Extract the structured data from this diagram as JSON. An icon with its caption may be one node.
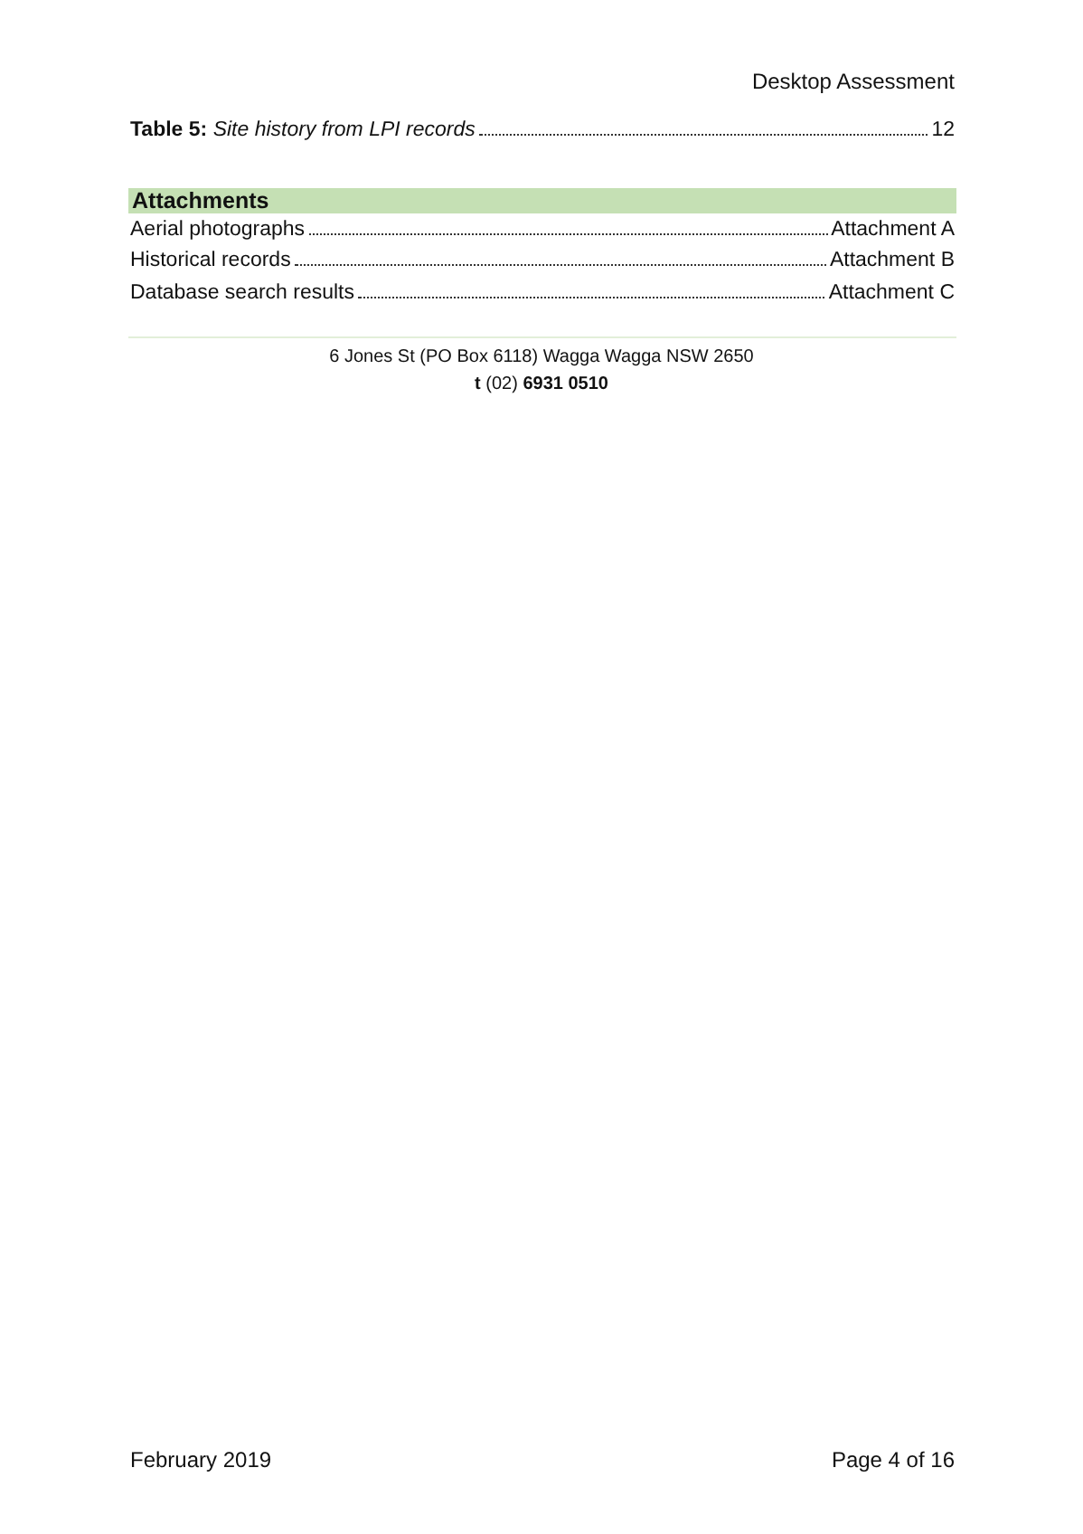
{
  "diagram": {
    "nodes": [
      {
        "text": [
          "Attachments"
        ]
      }
    ],
    "labels": [
      "Desktop Assessment",
      "**Table 5:** *Site history from LPI records*",
      "12",
      "Aerial photographs",
      "Attachment A",
      "Historical records",
      "Attachment B",
      "Database search results",
      "Attachment C",
      "6 Jones St (PO Box 6118) Wagga Wagga NSW 2650",
      "**t** (02) **6931 0510**",
      "February 2019",
      "Page 4 of 16"
    ]
  }
}
